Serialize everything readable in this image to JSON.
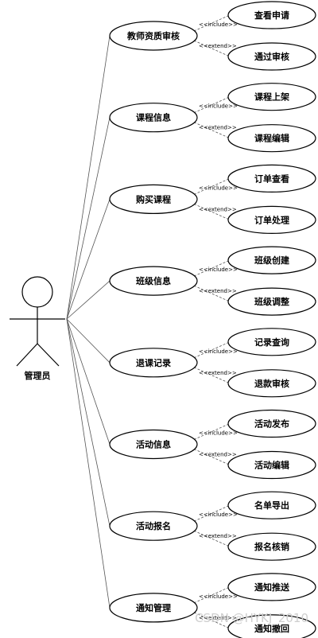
{
  "actor": {
    "name": "管理员"
  },
  "use_cases": [
    {
      "name": "教师资质审核",
      "include": "查看申请",
      "extend": "通过审核"
    },
    {
      "name": "课程信息",
      "include": "课程上架",
      "extend": "课程编辑"
    },
    {
      "name": "购买课程",
      "include": "订单查看",
      "extend": "订单处理"
    },
    {
      "name": "班级信息",
      "include": "班级创建",
      "extend": "班级调整"
    },
    {
      "name": "退课记录",
      "include": "记录查询",
      "extend": "退款审核"
    },
    {
      "name": "活动信息",
      "include": "活动发布",
      "extend": "活动编辑"
    },
    {
      "name": "活动报名",
      "include": "名单导出",
      "extend": "报名核销"
    },
    {
      "name": "通知管理",
      "include": "通知推送",
      "extend": "通知撤回"
    }
  ],
  "stereotypes": {
    "include": "<<include>>",
    "extend": "<<extend>>"
  },
  "watermark": "CSDN @HYKJ_2010"
}
